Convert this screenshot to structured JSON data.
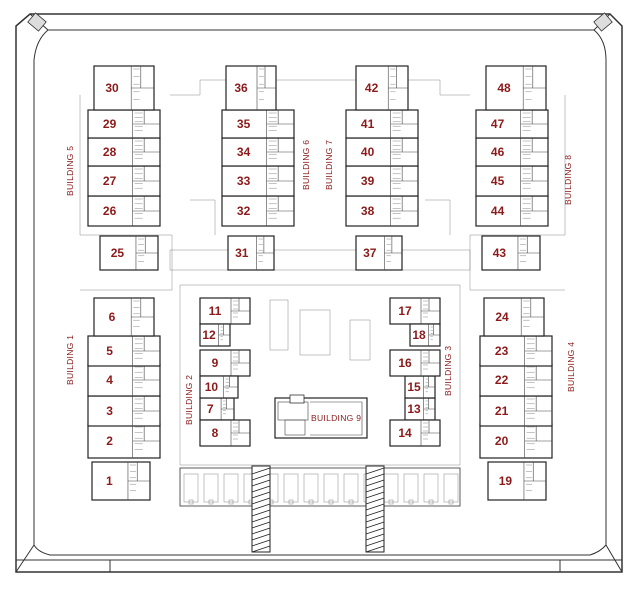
{
  "buildings": [
    {
      "label": "BUILDING 1"
    },
    {
      "label": "BUILDING 2"
    },
    {
      "label": "BUILDING 3"
    },
    {
      "label": "BUILDING 4"
    },
    {
      "label": "BUILDING 5"
    },
    {
      "label": "BUILDING 6"
    },
    {
      "label": "BUILDING 7"
    },
    {
      "label": "BUILDING 8"
    },
    {
      "label": "BUILDING 9"
    }
  ],
  "units": [
    "1",
    "2",
    "3",
    "4",
    "5",
    "6",
    "7",
    "8",
    "9",
    "10",
    "11",
    "12",
    "13",
    "14",
    "15",
    "16",
    "17",
    "18",
    "19",
    "20",
    "21",
    "22",
    "23",
    "24",
    "25",
    "26",
    "27",
    "28",
    "29",
    "30",
    "31",
    "32",
    "33",
    "34",
    "35",
    "36",
    "37",
    "38",
    "39",
    "40",
    "41",
    "42",
    "43",
    "44",
    "45",
    "46",
    "47",
    "48"
  ]
}
